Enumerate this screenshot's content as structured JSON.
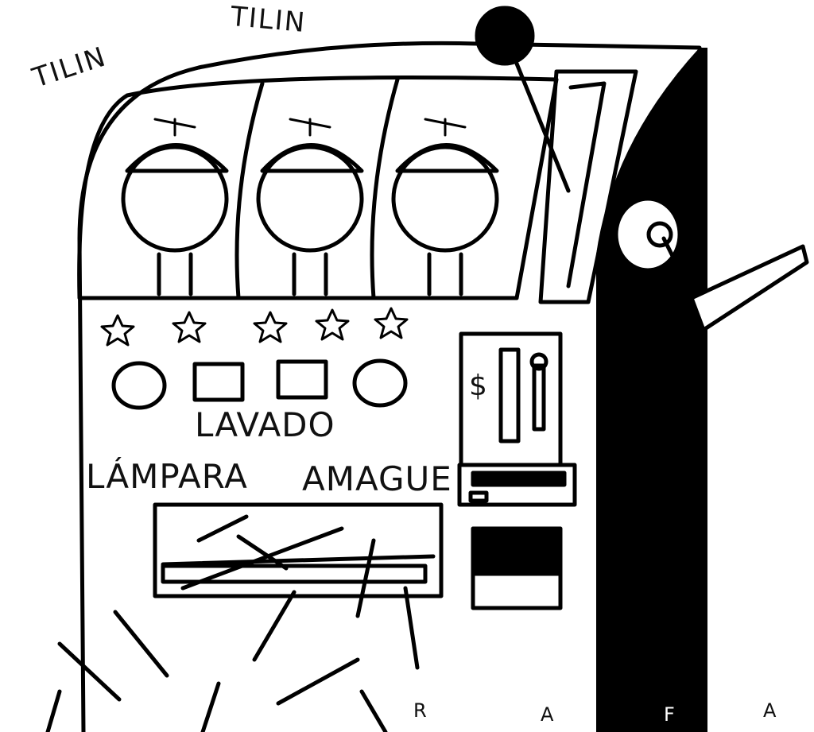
{
  "sound_effects": [
    "TILIN",
    "TILIN"
  ],
  "labels": {
    "top": "LAVADO",
    "left": "LÁMPARA",
    "right": "AMAGUE",
    "coin_symbol": "$"
  },
  "signature": [
    "R",
    "A",
    "F",
    "A"
  ],
  "colors": {
    "ink": "#000000",
    "paper": "#ffffff"
  }
}
